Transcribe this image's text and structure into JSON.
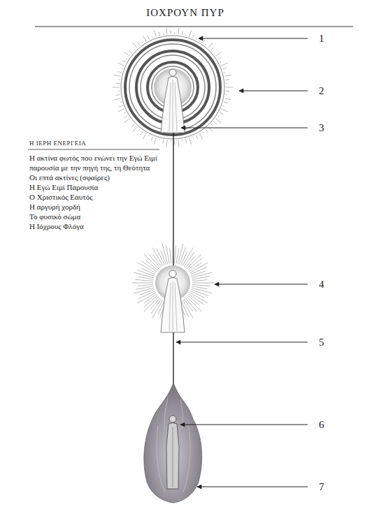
{
  "diagram": {
    "title": "ΙΟΧΡΟΥΝ ΠΥΡ",
    "labels": [
      "1",
      "2",
      "3",
      "Η ΙΕΡΗ ΕΝΕΡΓΕΙΑ",
      "Η ακτίνα φωτός που ενώνει την Εγώ Ειμί παρουσία με την πηγή της, τη Θεότητα",
      "Οι επτά ακτίνες (σφαίρες)",
      "Η Εγώ Ειμί Παρουσία",
      "Ο Χριστικός Εαυτός",
      "Η αργυρή χορδή",
      "Το φυσικό σώμα",
      "Η Ιόχρους Φλόγα",
      "4",
      "5",
      "6",
      "7"
    ]
  }
}
